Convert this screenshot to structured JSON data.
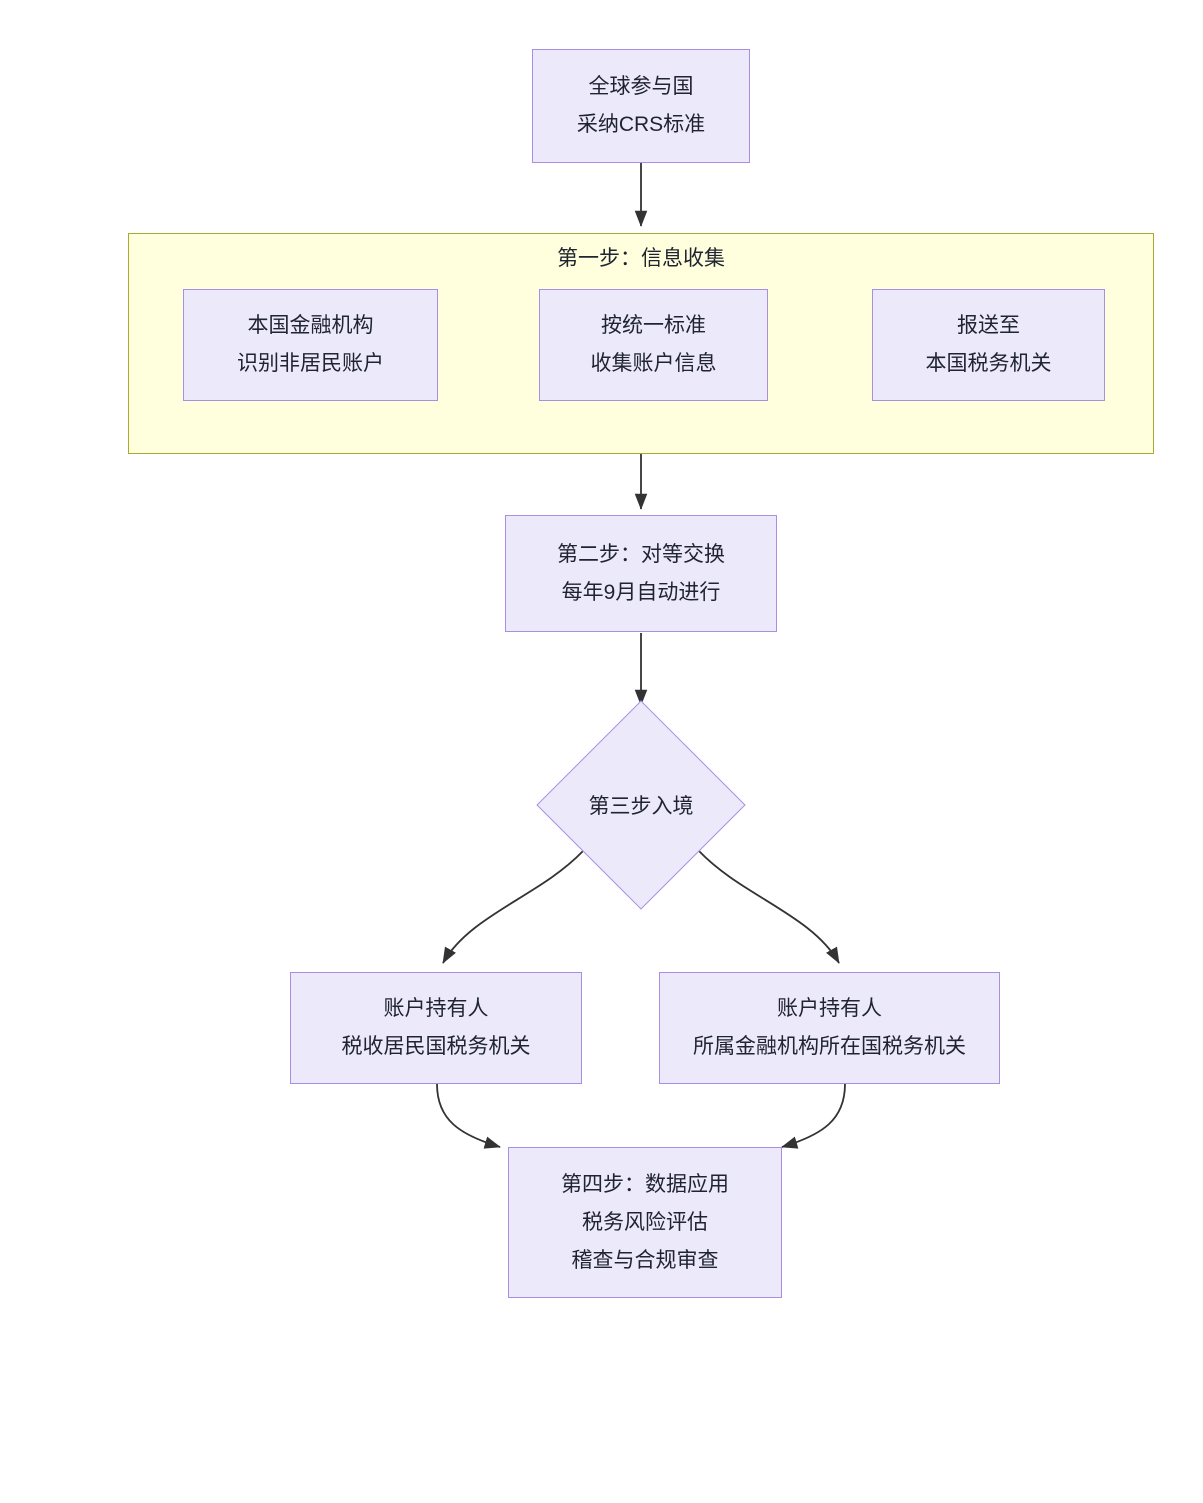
{
  "diagram": {
    "type": "flowchart",
    "direction": "top-to-bottom",
    "title_text": "",
    "colors": {
      "node_fill": "#ece9fb",
      "node_border": "#a98fe3",
      "subgraph_fill": "#ffffde",
      "subgraph_border": "#aaaa33",
      "edge_stroke": "#333333",
      "text": "#1f2430",
      "background": "#ffffff"
    },
    "nodes": {
      "start": {
        "id": "start",
        "shape": "rectangle",
        "lines": [
          "全球参与国",
          "采纳CRS标准"
        ]
      },
      "fi_identify": {
        "id": "fi_identify",
        "shape": "rectangle",
        "lines": [
          "本国金融机构",
          "识别非居民账户"
        ]
      },
      "collect": {
        "id": "collect",
        "shape": "rectangle",
        "lines": [
          "按统一标准",
          "收集账户信息"
        ]
      },
      "report": {
        "id": "report",
        "shape": "rectangle",
        "lines": [
          "报送至",
          "本国税务机关"
        ]
      },
      "exchange": {
        "id": "exchange",
        "shape": "rectangle",
        "lines": [
          "第二步：对等交换",
          "每年9月自动进行"
        ]
      },
      "decision": {
        "id": "decision",
        "shape": "diamond",
        "label": "第三步入境"
      },
      "branch_left": {
        "id": "branch_left",
        "shape": "rectangle",
        "lines": [
          "账户持有人",
          "税收居民国税务机关"
        ]
      },
      "branch_right": {
        "id": "branch_right",
        "shape": "rectangle",
        "lines": [
          "账户持有人",
          "所属金融机构所在国税务机关"
        ]
      },
      "usage": {
        "id": "usage",
        "shape": "rectangle",
        "lines": [
          "第四步：数据应用",
          "税务风险评估",
          "稽查与合规审查"
        ]
      }
    },
    "subgraphs": [
      {
        "id": "step_one",
        "title": "第一步：信息收集",
        "contains": [
          "fi_identify",
          "collect",
          "report"
        ]
      }
    ],
    "edges": [
      {
        "from": "start",
        "to": "step_one",
        "label": "",
        "style": "arrow-straight"
      },
      {
        "from": "fi_identify",
        "to": "collect",
        "label": "",
        "style": "arrow-straight"
      },
      {
        "from": "collect",
        "to": "report",
        "label": "",
        "style": "arrow-straight"
      },
      {
        "from": "step_one",
        "to": "exchange",
        "label": "",
        "style": "arrow-straight"
      },
      {
        "from": "exchange",
        "to": "decision",
        "label": "",
        "style": "arrow-straight"
      },
      {
        "from": "decision",
        "to": "branch_left",
        "label": "",
        "style": "arrow-curved"
      },
      {
        "from": "decision",
        "to": "branch_right",
        "label": "",
        "style": "arrow-curved"
      },
      {
        "from": "branch_left",
        "to": "usage",
        "label": "",
        "style": "arrow-curved"
      },
      {
        "from": "branch_right",
        "to": "usage",
        "label": "",
        "style": "arrow-curved"
      }
    ]
  }
}
